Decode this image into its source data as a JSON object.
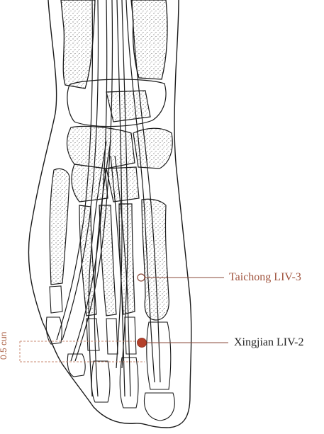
{
  "points": {
    "taichong": {
      "label": "Taichong LIV-3",
      "marker": "hollow"
    },
    "xingjian": {
      "label": "Xingjian LIV-2",
      "marker": "filled"
    }
  },
  "dimension": {
    "label": "0.5 cun"
  },
  "colors": {
    "line_art": "#1a1a1a",
    "accent": "#b3402a",
    "leader": "#8a4a3a",
    "taichong_text": "#a0543e",
    "dimension": "#c88a70"
  }
}
